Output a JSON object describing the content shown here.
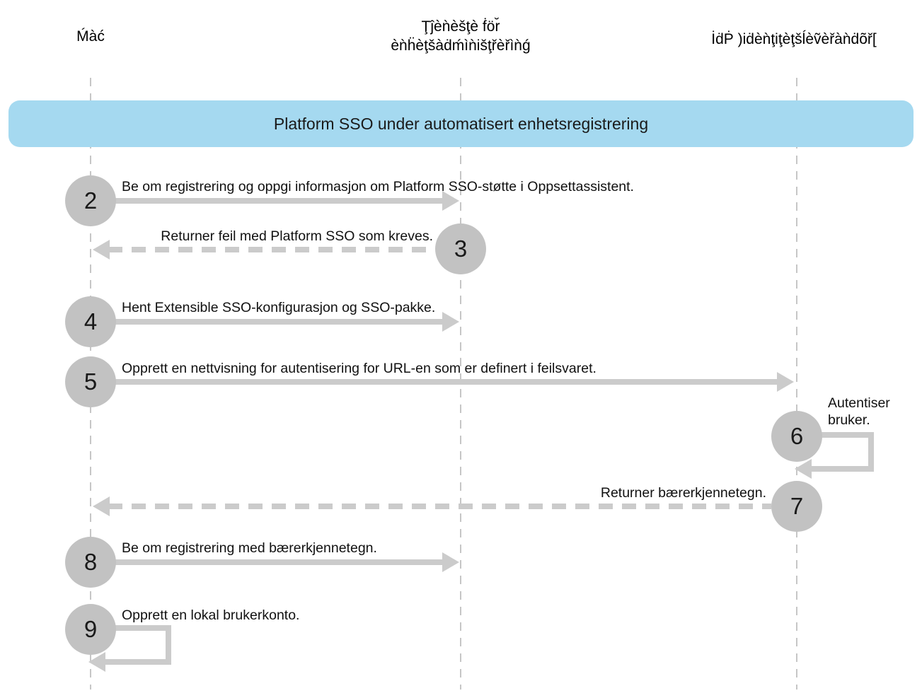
{
  "colors": {
    "banner_bg": "#a5d9f0",
    "circle_gray": "#c2c2c2",
    "arrow_gray": "#cbcbcb",
    "lifeline_gray": "#c6c6c6"
  },
  "diagram": {
    "title": "Platform SSO under automatisert enhetsregistrering",
    "actors": [
      {
        "id": "mac",
        "label": "Ḿàć"
      },
      {
        "id": "device-management-service",
        "label_line1": "Ţĵèǹèšţè ḟör̆",
        "label_line2": "èǹḧèţšàḋḿìǹišţřèřìǹǵ"
      },
      {
        "id": "idp",
        "label": "İḋṖ )iḋèǹţiţèţšĺèṽèřàǹḋõř["
      }
    ],
    "steps": [
      {
        "num": "2",
        "from": "mac",
        "to": "device-management-service",
        "style": "solid",
        "label": "Be om registrering og oppgi informasjon om Platform SSO-støtte i Oppsettassistent."
      },
      {
        "num": "3",
        "from": "device-management-service",
        "to": "mac",
        "style": "dashed",
        "label": "Returner feil med Platform SSO som kreves."
      },
      {
        "num": "4",
        "from": "mac",
        "to": "device-management-service",
        "style": "solid",
        "label": "Hent Extensible SSO-konfigurasjon og SSO-pakke."
      },
      {
        "num": "5",
        "from": "mac",
        "to": "idp",
        "style": "solid",
        "label": "Opprett en nettvisning for autentisering for URL-en som er definert i feilsvaret."
      },
      {
        "num": "6",
        "from": "idp",
        "to": "idp",
        "style": "self-loop",
        "label": "Autentiser bruker."
      },
      {
        "num": "7",
        "from": "idp",
        "to": "mac",
        "style": "dashed",
        "label": "Returner bærerkjennetegn."
      },
      {
        "num": "8",
        "from": "mac",
        "to": "device-management-service",
        "style": "solid",
        "label": "Be om registrering med bærerkjennetegn."
      },
      {
        "num": "9",
        "from": "mac",
        "to": "mac",
        "style": "self-loop",
        "label": "Opprett en lokal brukerkonto."
      }
    ]
  }
}
